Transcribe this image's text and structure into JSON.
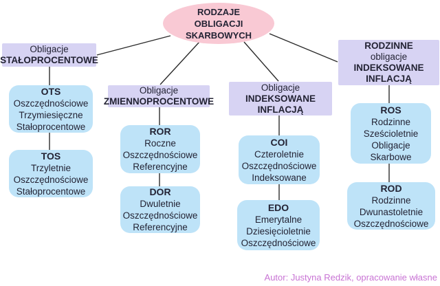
{
  "diagram": {
    "root_title": "RODZAJE OBLIGACJI SKARBOWYCH",
    "branches": [
      {
        "id": "staloprocentowe",
        "header_lines": [
          "Obligacje",
          "STAŁOPROCENTOWE"
        ],
        "children": [
          {
            "code": "OTS",
            "desc_lines": [
              "Oszczędnościowe",
              "Trzymiesięczne",
              "Stałoprocentowe"
            ]
          },
          {
            "code": "TOS",
            "desc_lines": [
              "Trzyletnie",
              "Oszczędnościowe",
              "Stałoprocentowe"
            ]
          }
        ]
      },
      {
        "id": "zmiennoprocentowe",
        "header_lines": [
          "Obligacje",
          "ZMIENNOPROCENTOWE"
        ],
        "children": [
          {
            "code": "ROR",
            "desc_lines": [
              "Roczne",
              "Oszczędnościowe",
              "Referencyjne"
            ]
          },
          {
            "code": "DOR",
            "desc_lines": [
              "Dwuletnie",
              "Oszczędnościowe",
              "Referencyjne"
            ]
          }
        ]
      },
      {
        "id": "indeksowane-inflacja",
        "header_lines": [
          "Obligacje",
          "INDEKSOWANE",
          "INFLACJĄ"
        ],
        "children": [
          {
            "code": "COI",
            "desc_lines": [
              "Czteroletnie",
              "Oszczędnościowe",
              "Indeksowane"
            ]
          },
          {
            "code": "EDO",
            "desc_lines": [
              "Emerytalne",
              "Dziesięcioletnie",
              "Oszczędnościowe"
            ]
          }
        ]
      },
      {
        "id": "rodzinne-indeksowane-inflacja",
        "header_lines": [
          "RODZINNE",
          "obligacje",
          "INDEKSOWANE",
          "INFLACJĄ"
        ],
        "children": [
          {
            "code": "ROS",
            "desc_lines": [
              "Rodzinne",
              "Sześcioletnie",
              "Obligacje",
              "Skarbowe"
            ]
          },
          {
            "code": "ROD",
            "desc_lines": [
              "Rodzinne",
              "Dwunastoletnie",
              "Oszczędnościowe"
            ]
          }
        ]
      }
    ],
    "footer_credit": "Autor: Justyna Redzik, opracowanie własne",
    "colors": {
      "root_fill": "#f9c9d4",
      "header_fill": "#d7d3f3",
      "child_fill": "#bee3f8",
      "connector": "#2b2b2b",
      "credit_text": "#c873d4"
    }
  }
}
